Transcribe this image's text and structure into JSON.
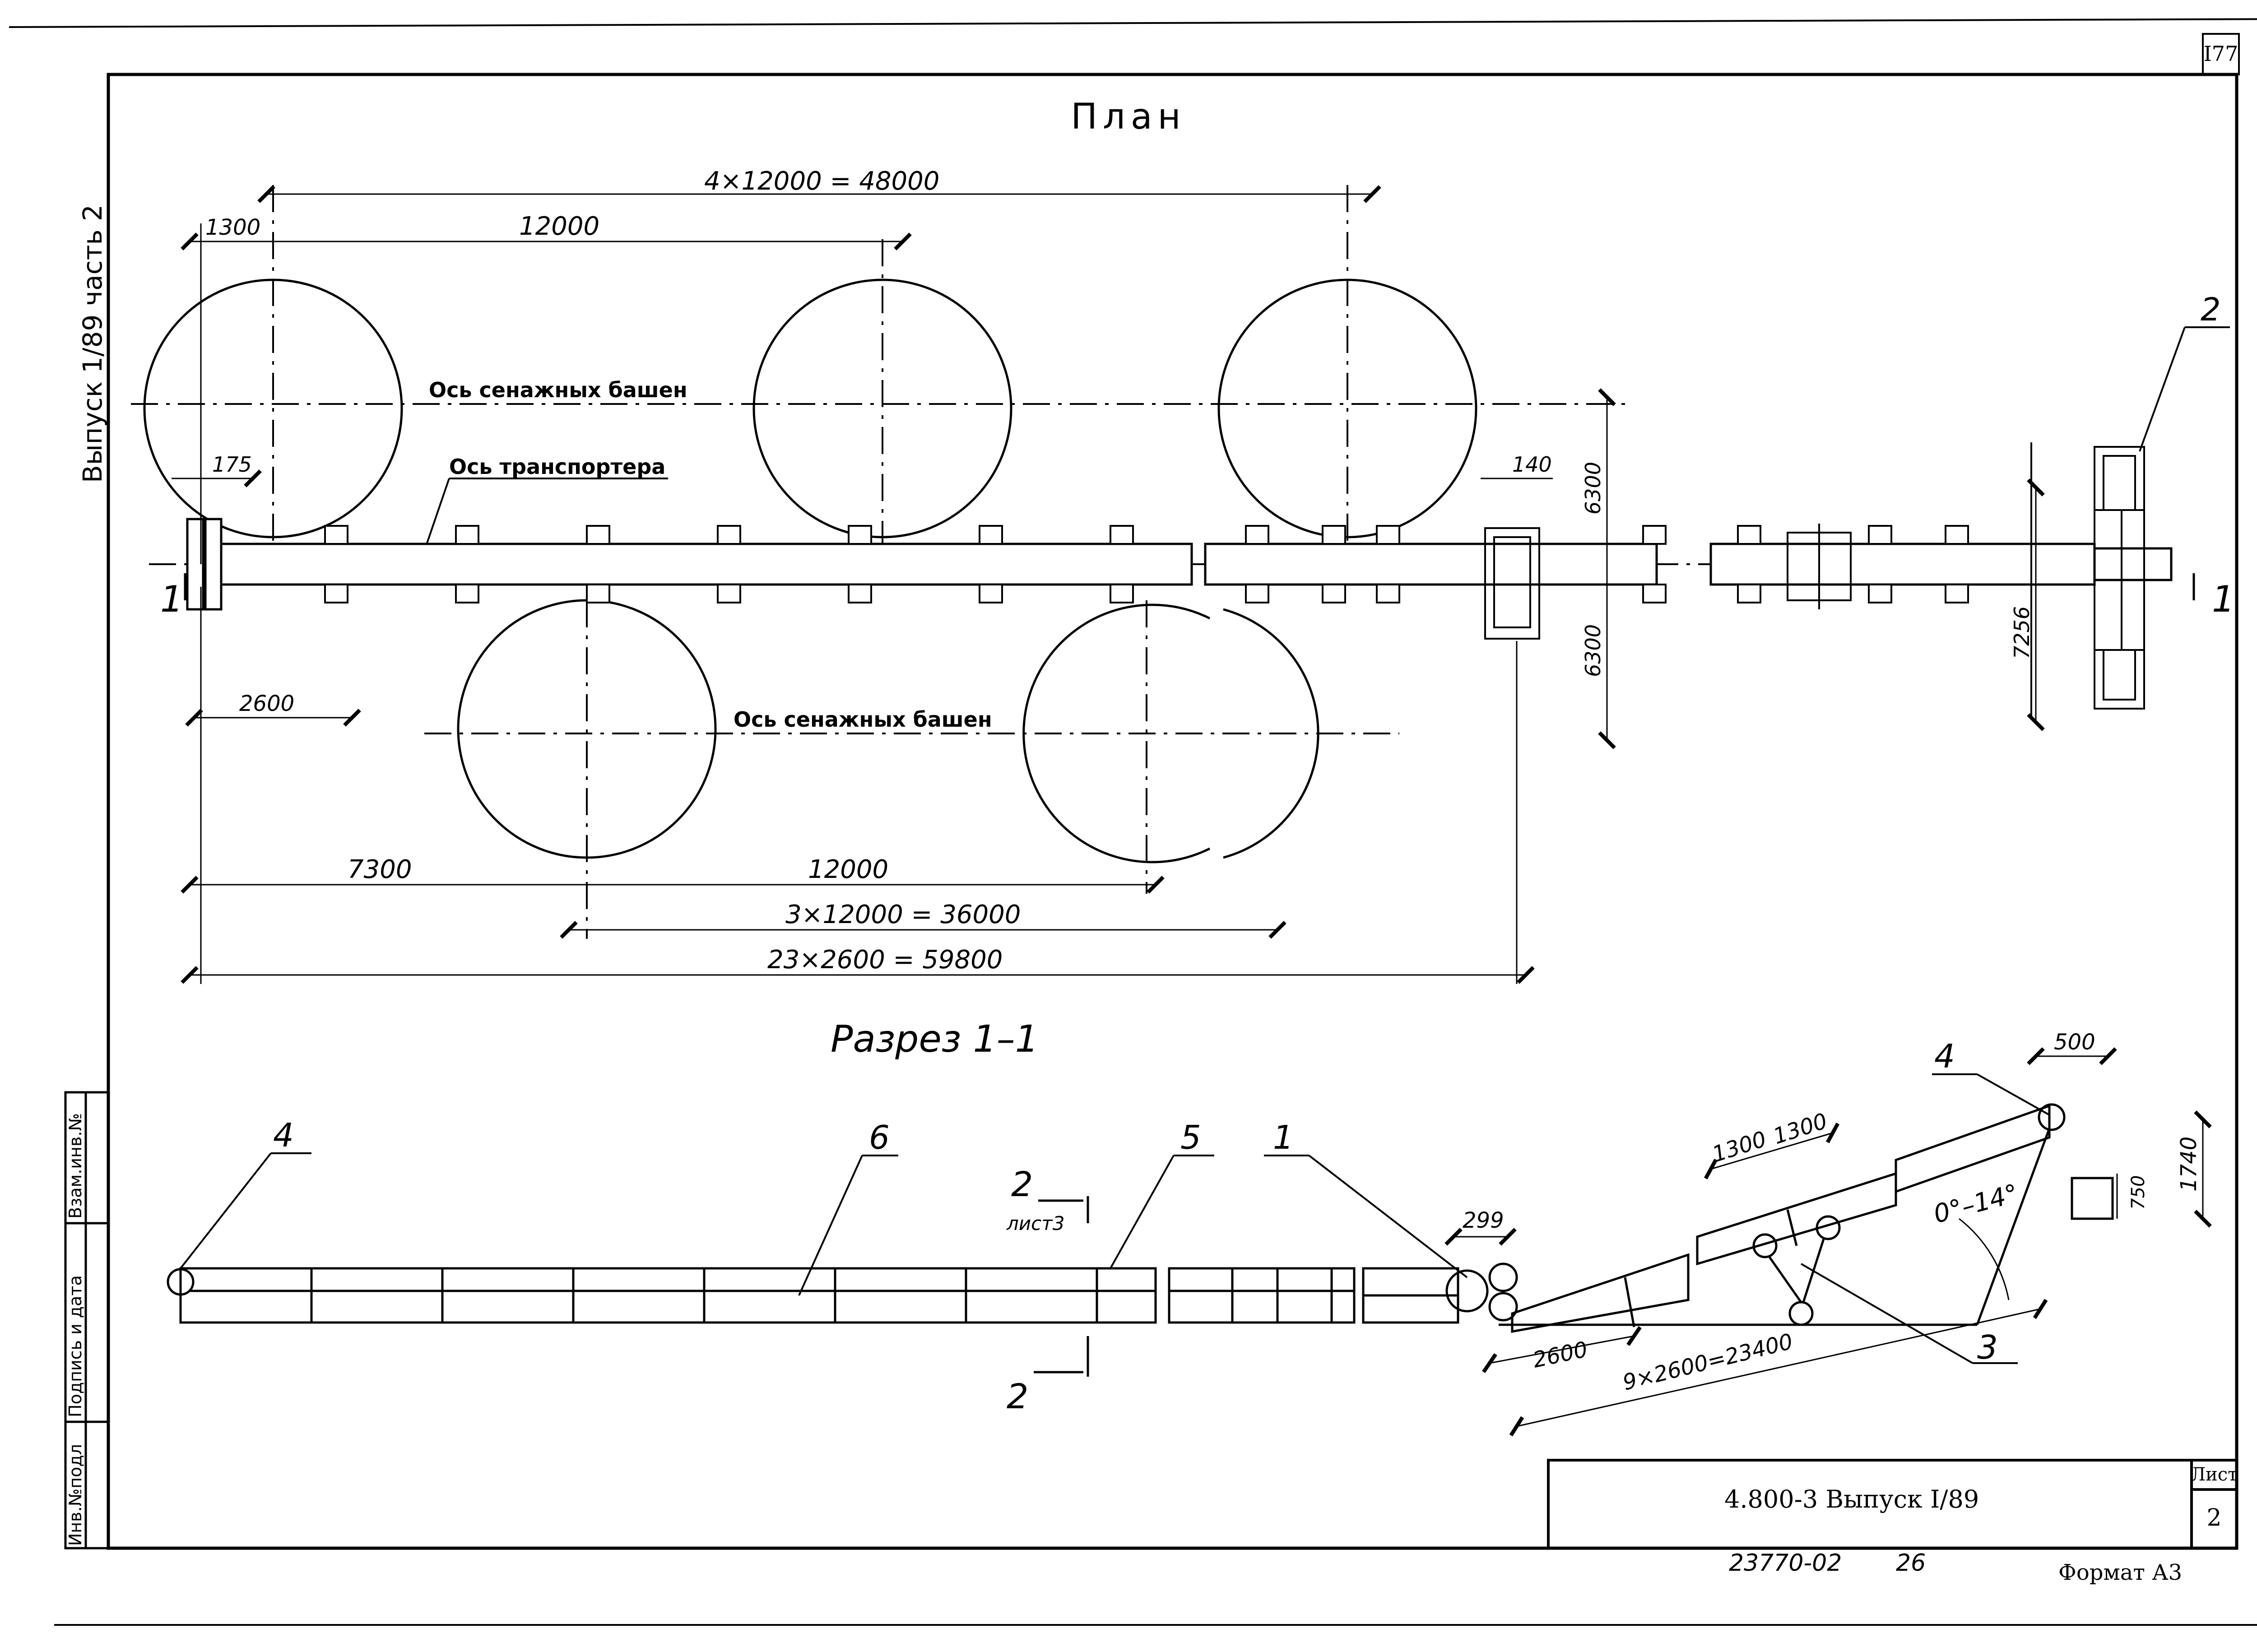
{
  "sheet": {
    "page_number": "I77",
    "series_vertical": "Выпуск 1/89    часть 2",
    "format_label": "Формат А3",
    "archive_number": "23770-02",
    "archive_page": "26"
  },
  "side_stamp": {
    "inv_no": "Инв.№подл",
    "sign_date": "Подпись и дата",
    "replace_inv": "Взам.инв.№"
  },
  "title_block": {
    "designation": "4.800-3  Выпуск I/89",
    "sheet_label": "Лист",
    "sheet_number": "2"
  },
  "plan": {
    "title": "План",
    "axis_towers": "Ось сенажных башен",
    "axis_conveyor": "Ось транспортера",
    "section_mark": "1",
    "callout_2": "2",
    "dims": {
      "top_total": "4×12000 = 48000",
      "top_span": "12000",
      "top_offset": "1300",
      "offset_175": "175",
      "offset_140": "140",
      "upper_half": "6300",
      "lower_half": "6300",
      "right_width": "7256",
      "left_step": "2600",
      "bottom_offset": "7300",
      "bottom_span": "12000",
      "bottom_mid": "3×12000 = 36000",
      "bottom_total": "23×2600 = 59800"
    }
  },
  "section": {
    "title": "Разрез 1–1",
    "callouts": [
      "4",
      "6",
      "5",
      "1",
      "4",
      "3"
    ],
    "cut_label": "2",
    "cut_sheet": "лист3",
    "dims": {
      "d299": "299",
      "d1300a": "1300",
      "d1300b": "1300",
      "d500": "500",
      "d1740": "1740",
      "d750": "750",
      "angle": "0°–14°",
      "d2600": "2600",
      "incline_total": "9×2600=23400"
    }
  }
}
